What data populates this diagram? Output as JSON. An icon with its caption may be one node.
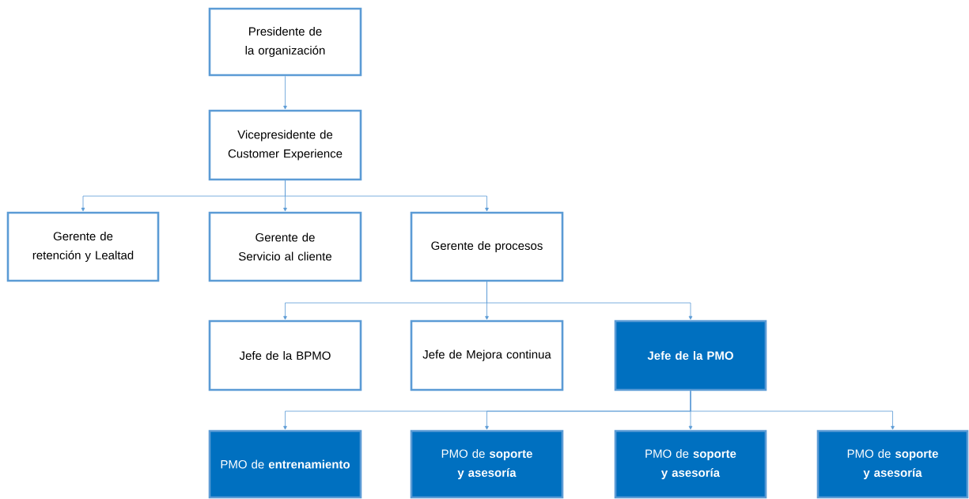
{
  "diagram": {
    "nodes": [
      {
        "text": [
          "Presidente de la organización"
        ]
      },
      {
        "text": [
          "Vicepresidente de Customer Experience"
        ]
      },
      {
        "text": [
          "Gerente de retención y Lealtad"
        ]
      },
      {
        "text": [
          "Gerente de Servicio al cliente"
        ]
      },
      {
        "text": [
          "Gerente de procesos"
        ]
      },
      {
        "text": [
          "Jefe de la BPMO"
        ]
      },
      {
        "text": [
          "Jefe de Mejora continua"
        ]
      },
      {
        "text": [
          "Jefe de la PMO"
        ]
      },
      {
        "text": [
          "PMO de **entrenamiento**"
        ]
      },
      {
        "text": [
          "PMO de **soporte y asesoría**"
        ]
      },
      {
        "text": [
          "PMO de **soporte y asesoría**"
        ]
      },
      {
        "text": [
          "PMO de **soporte y asesoría**"
        ]
      }
    ],
    "edges": [
      {
        "from": 0,
        "to": 1,
        "arrow": "to"
      },
      {
        "from": 1,
        "to": 2,
        "arrow": "to"
      },
      {
        "from": 1,
        "to": 3,
        "arrow": "to"
      },
      {
        "from": 1,
        "to": 4,
        "arrow": "to"
      },
      {
        "from": 4,
        "to": 5,
        "arrow": "to"
      },
      {
        "from": 4,
        "to": 6,
        "arrow": "to"
      },
      {
        "from": 4,
        "to": 7,
        "arrow": "to"
      },
      {
        "from": 7,
        "to": 8,
        "arrow": "to"
      },
      {
        "from": 7,
        "to": 9,
        "arrow": "to"
      },
      {
        "from": 7,
        "to": 10,
        "arrow": "to"
      },
      {
        "from": 7,
        "to": 11,
        "arrow": "to"
      }
    ]
  }
}
